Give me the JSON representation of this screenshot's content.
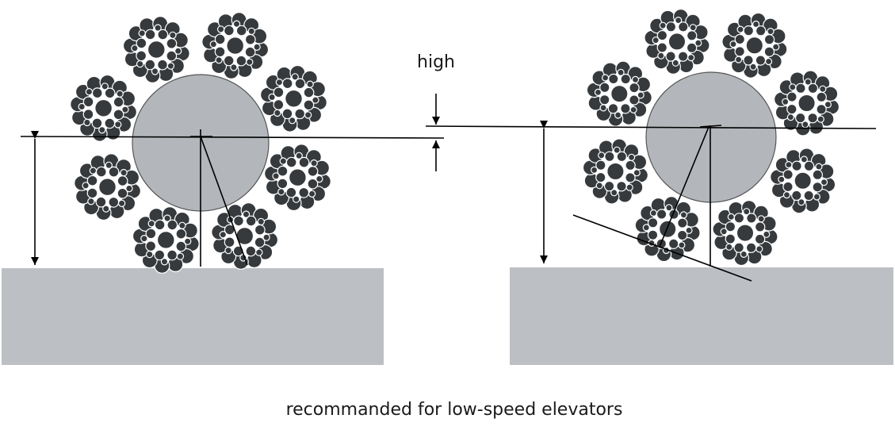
{
  "labels": {
    "height_label": "high",
    "caption": "recommanded for low-speed elevators"
  },
  "colors": {
    "strand": "#363a3d",
    "core": "#b3b7bb",
    "base": "#bcc0c4",
    "line": "#000000",
    "text": "#1a1a1a",
    "background": "#ffffff"
  },
  "figures": [
    {
      "name": "left-rope",
      "strand_count": 8,
      "base_contact": "flat"
    },
    {
      "name": "right-rope",
      "strand_count": 8,
      "base_contact": "inclined"
    }
  ]
}
